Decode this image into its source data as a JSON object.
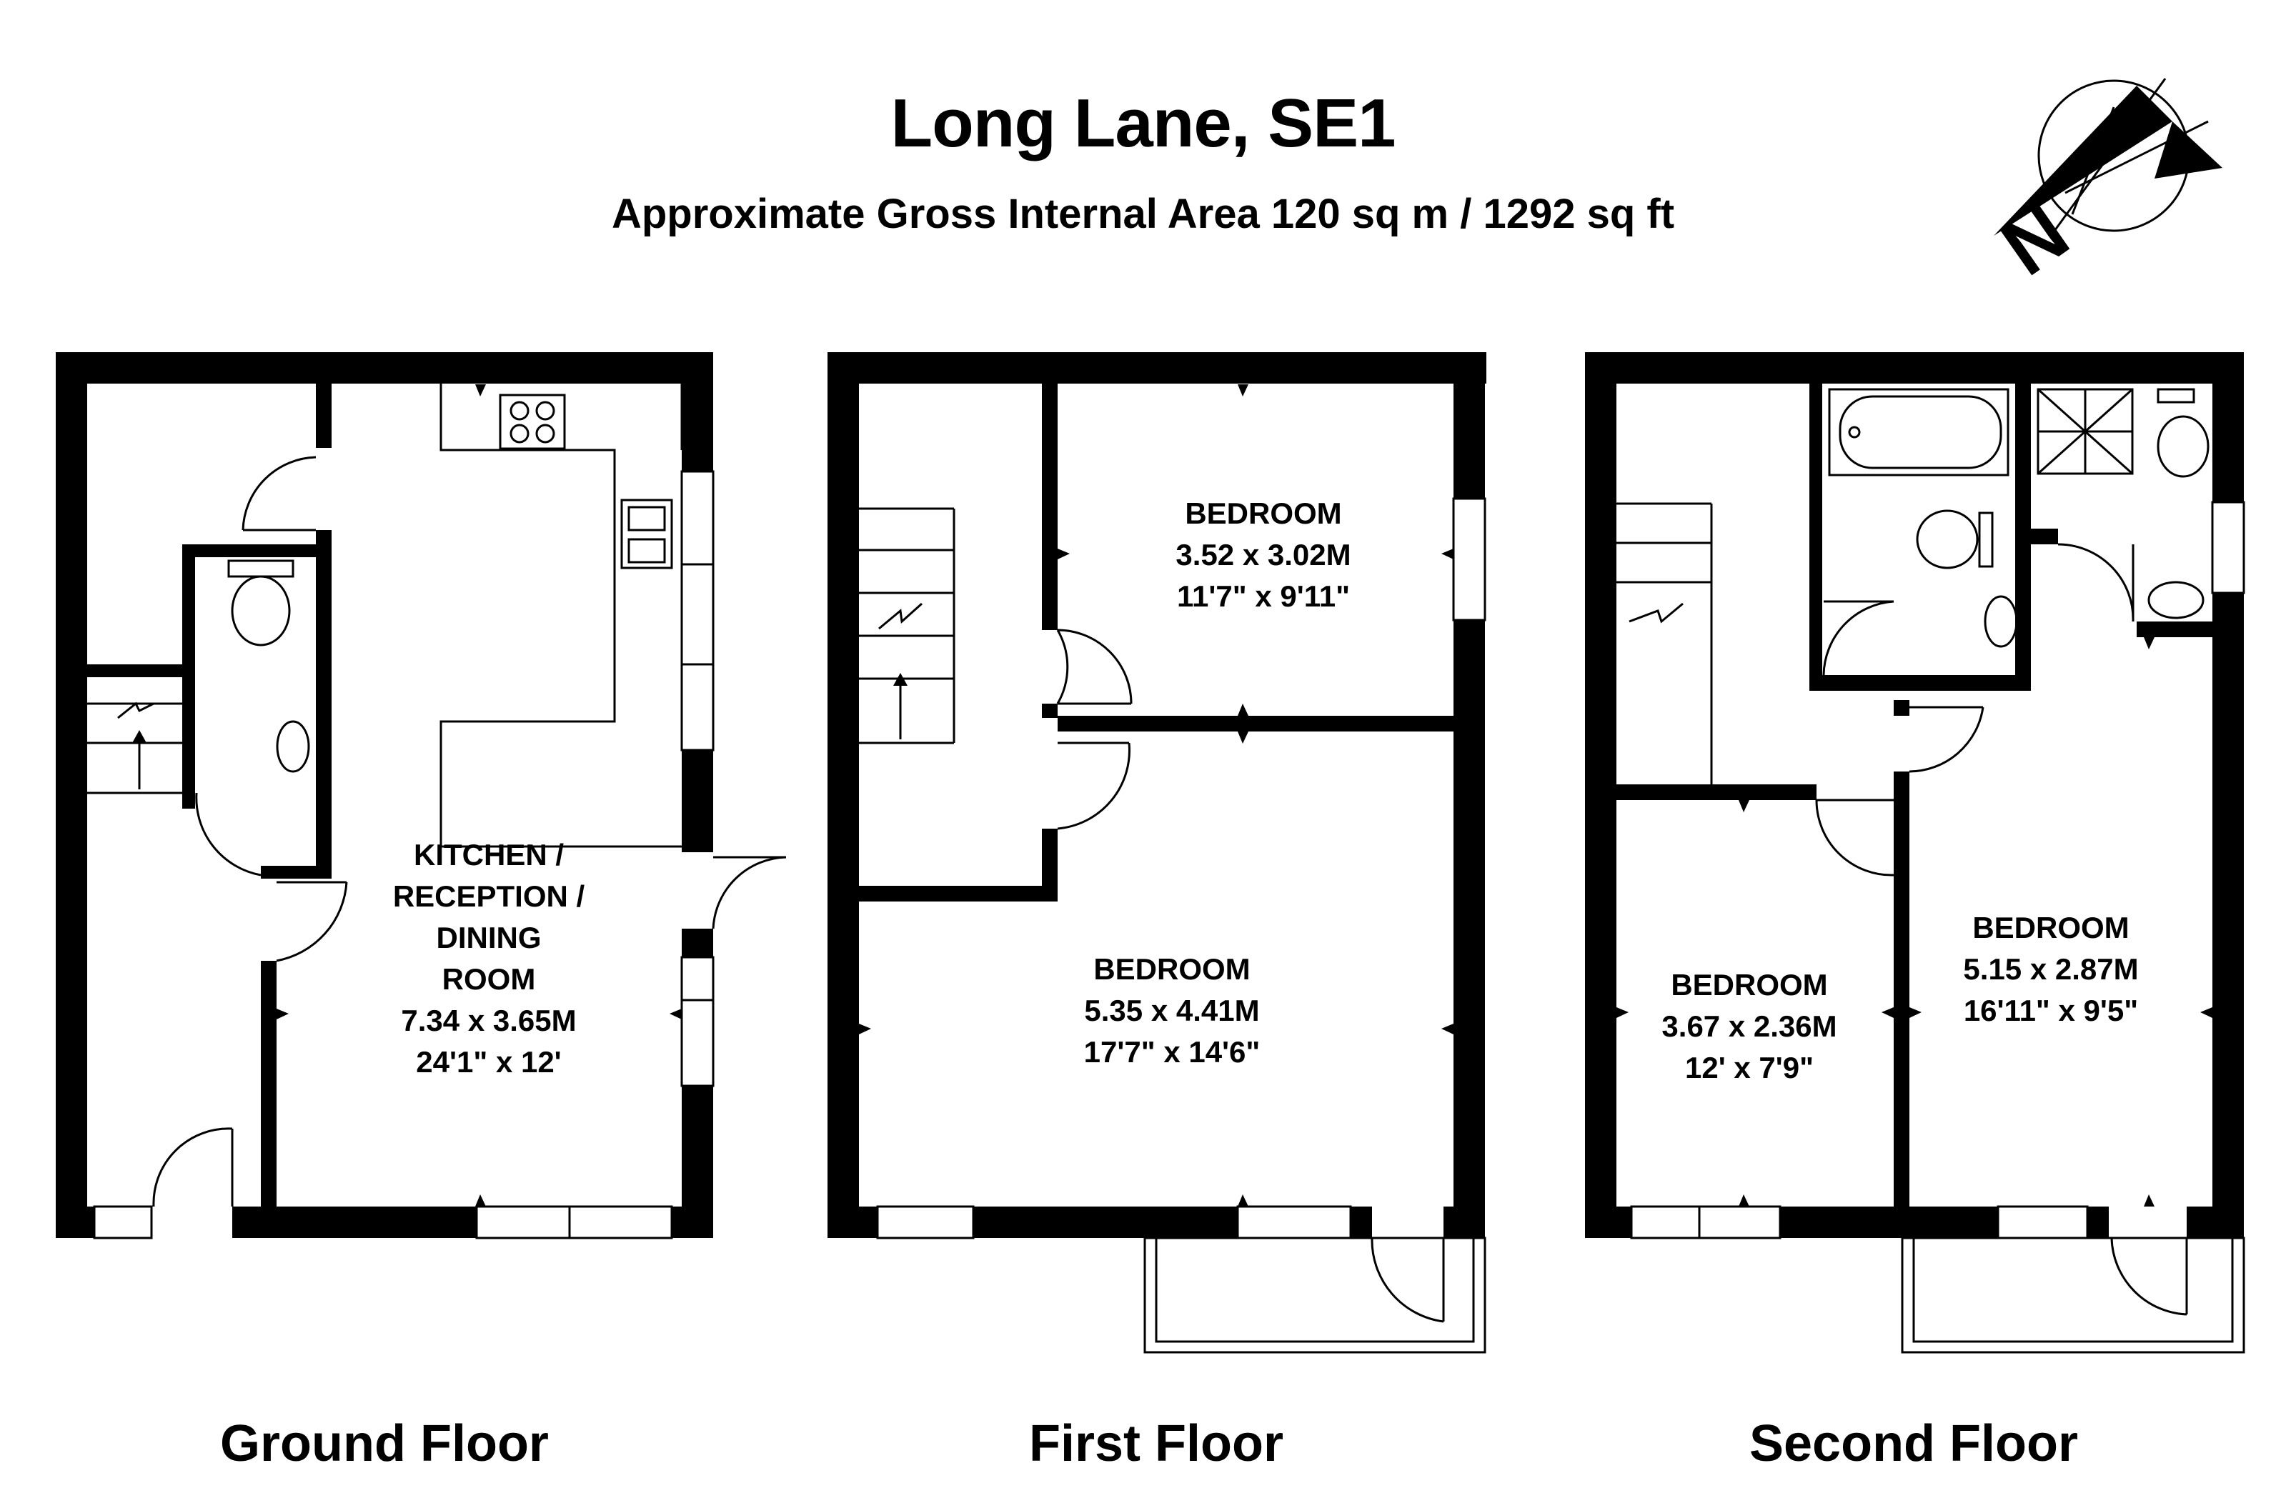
{
  "header": {
    "title": "Long Lane, SE1",
    "subtitle": "Approximate Gross Internal Area 120 sq m  /  1292 sq ft"
  },
  "compass": {
    "label": "N"
  },
  "floors": [
    {
      "name": "Ground Floor"
    },
    {
      "name": "First Floor"
    },
    {
      "name": "Second Floor"
    }
  ],
  "rooms": {
    "ground_kitchen": {
      "name": "KITCHEN / RECEPTION / DINING ROOM",
      "lines": [
        "KITCHEN /",
        "RECEPTION /",
        "DINING",
        "ROOM"
      ],
      "metric": "7.34 x 3.65M",
      "imperial": "24'1\" x 12'"
    },
    "first_bedroom_small": {
      "name": "BEDROOM",
      "metric": "3.52 x 3.02M",
      "imperial": "11'7\" x 9'11\""
    },
    "first_bedroom_large": {
      "name": "BEDROOM",
      "metric": "5.35 x 4.41M",
      "imperial": "17'7\" x 14'6\""
    },
    "second_bedroom_left": {
      "name": "BEDROOM",
      "metric": "3.67 x 2.36M",
      "imperial": "12' x 7'9\""
    },
    "second_bedroom_right": {
      "name": "BEDROOM",
      "metric": "5.15 x 2.87M",
      "imperial": "16'11\" x 9'5\""
    }
  }
}
